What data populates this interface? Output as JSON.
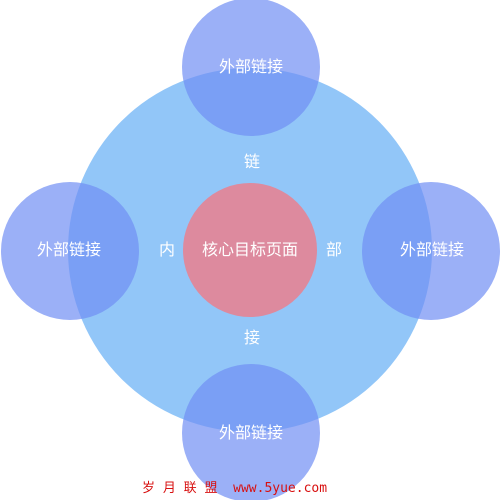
{
  "diagram": {
    "center_label": "核心目标页面",
    "outer_nodes": {
      "top": "外部链接",
      "bottom": "外部链接",
      "left": "外部链接",
      "right": "外部链接"
    },
    "ring_characters": {
      "top": "链",
      "right": "部",
      "bottom": "接",
      "left": "内"
    },
    "colors": {
      "big_circle": "#92c6f8",
      "outer_circles": "#718ef4",
      "center_circle": "#dd8a9e",
      "label_text": "#ffffff"
    }
  },
  "watermark": {
    "text": "岁 月 联 盟  www.5yue.com",
    "color": "#d81010"
  }
}
